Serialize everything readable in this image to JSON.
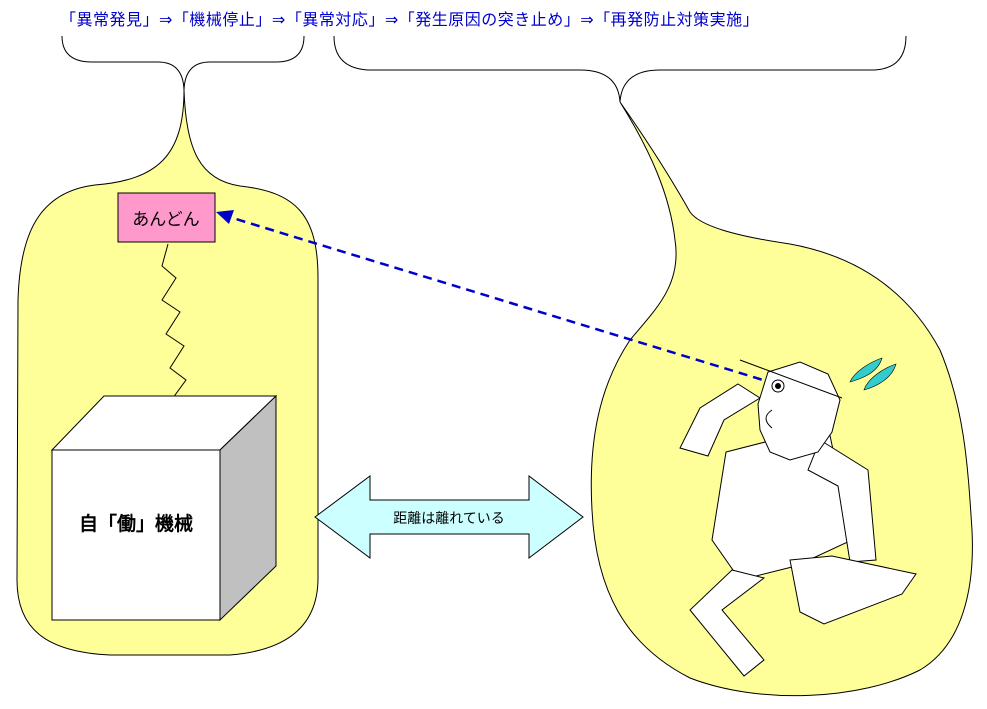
{
  "header": {
    "process_flow": "「異常発見」⇒「機械停止」⇒「異常対応」⇒「発生原因の突き止め」⇒「再発防止対策実施」"
  },
  "andon": {
    "label": "あんどん"
  },
  "machine": {
    "label": "自「働」機械"
  },
  "distance_arrow": {
    "label": "距離は離れている"
  },
  "colors": {
    "bubble_fill": "#ffff99",
    "andon_fill": "#ff99cc",
    "arrow_fill": "#ccffff",
    "sight_line": "#0000cc",
    "header_text": "#0000cc",
    "sweat_drops": "#33cccc"
  }
}
